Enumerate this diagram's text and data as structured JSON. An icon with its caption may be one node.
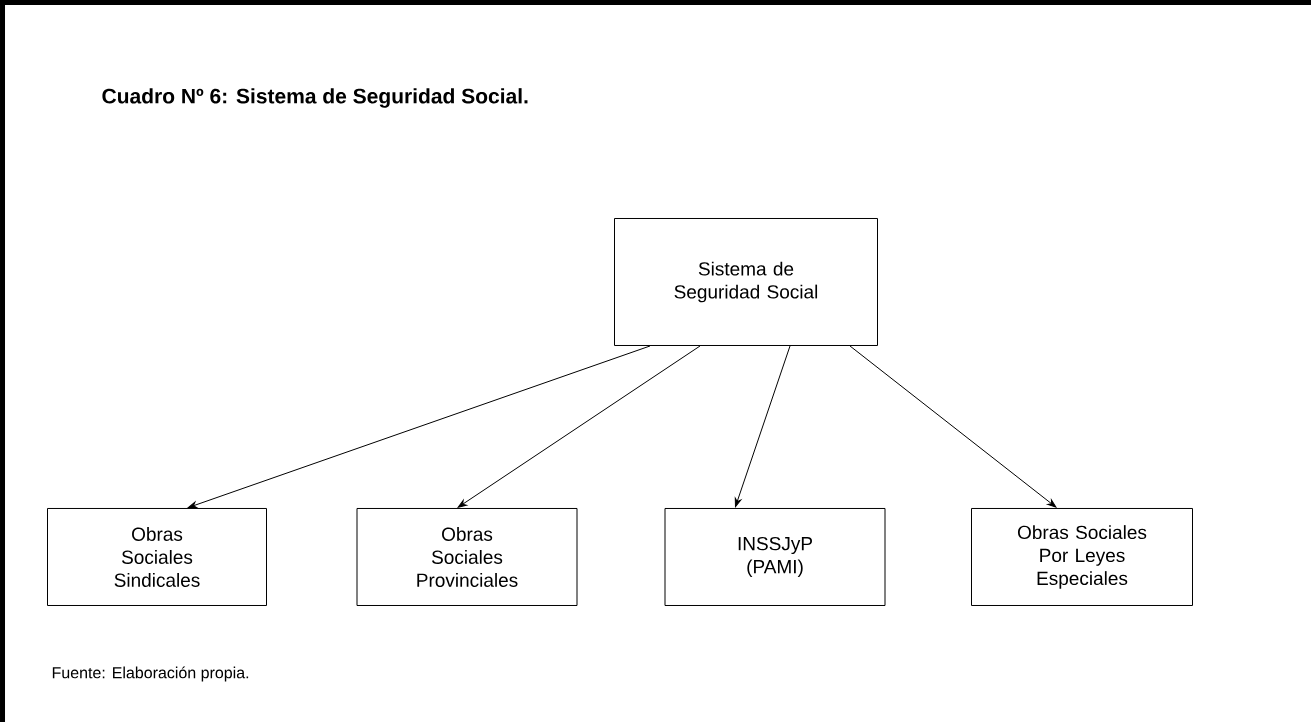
{
  "diagram": {
    "title": "Cuadro Nº 6: Sistema de Seguridad Social.",
    "nodes": [
      {
        "text": [
          "Sistema de Seguridad Social"
        ]
      },
      {
        "text": [
          "Obras Sociales Sindicales"
        ]
      },
      {
        "text": [
          "Obras Sociales Provinciales"
        ]
      },
      {
        "text": [
          "INSSJyP (PAMI)"
        ]
      },
      {
        "text": [
          "Obras Sociales Por Leyes Especiales"
        ]
      }
    ],
    "edges": [
      {
        "from": 0,
        "to": 1,
        "arrow": "to"
      },
      {
        "from": 0,
        "to": 2,
        "arrow": "to"
      },
      {
        "from": 0,
        "to": 3,
        "arrow": "to"
      },
      {
        "from": 0,
        "to": 4,
        "arrow": "to"
      }
    ],
    "labels": [
      "Fuente: Elaboración propia."
    ]
  }
}
